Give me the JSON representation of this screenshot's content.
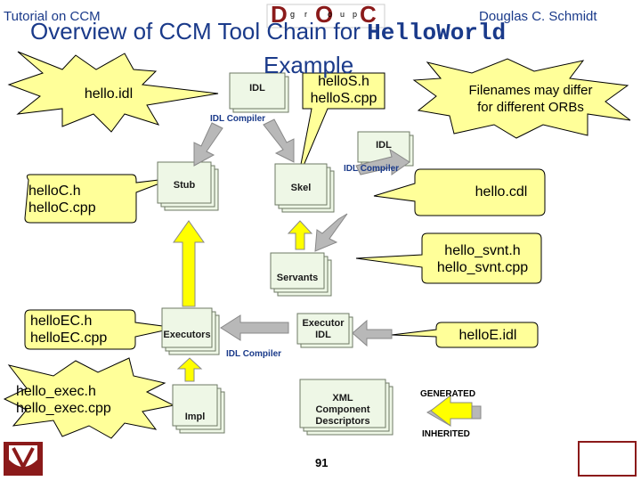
{
  "header": {
    "left": "Tutorial on CCM",
    "right": "Douglas C. Schmidt",
    "logo_letters": [
      "D",
      "O",
      "C"
    ],
    "logo_small": [
      "g",
      "r",
      "o",
      "u",
      "p"
    ],
    "title_prefix": "Overview of CCM Tool Chain for ",
    "title_code": "HelloWorld",
    "title_suffix": "Example"
  },
  "callouts": {
    "hello_idl": "hello.idl",
    "hello_s": [
      "helloS.h",
      "helloS.cpp"
    ],
    "filenames_note": [
      "Filenames may differ",
      "for different ORBs"
    ],
    "hello_c": [
      "helloC.h",
      "helloC.cpp"
    ],
    "hello_cdl": "hello.cdl",
    "hello_svnt": [
      "hello_svnt.h",
      "hello_svnt.cpp"
    ],
    "hello_ec": [
      "helloEC.h",
      "helloEC.cpp"
    ],
    "hello_e_idl": "helloE.idl",
    "hello_exec": [
      "hello_exec.h",
      "hello_exec.cpp"
    ]
  },
  "boxes": {
    "idl_top": "IDL",
    "idl_mid": "IDL",
    "stub": "Stub",
    "skel": "Skel",
    "servants": "Servants",
    "executors": "Executors",
    "executor_idl": [
      "Executor",
      "IDL"
    ],
    "impl": "Impl",
    "xml": [
      "XML",
      "Component",
      "Descriptors"
    ]
  },
  "compilers": {
    "first": "IDL Compiler",
    "second": "IDL Compiler",
    "third": "IDL Compiler"
  },
  "legend": {
    "generated": "GENERATED",
    "inherited": "INHERITED"
  },
  "footer": {
    "page": "91"
  },
  "colors": {
    "title_blue": "#1a3a8a",
    "compiler_blue": "#1a3a8a",
    "callout_fill": "#ffff99",
    "box_green": "#eef7e6",
    "box_stroke": "#6e7a64",
    "generated_arrow": "#b8b8b8",
    "inherited_arrow": "#ffff00",
    "logo_red": "#8b1a1a"
  }
}
